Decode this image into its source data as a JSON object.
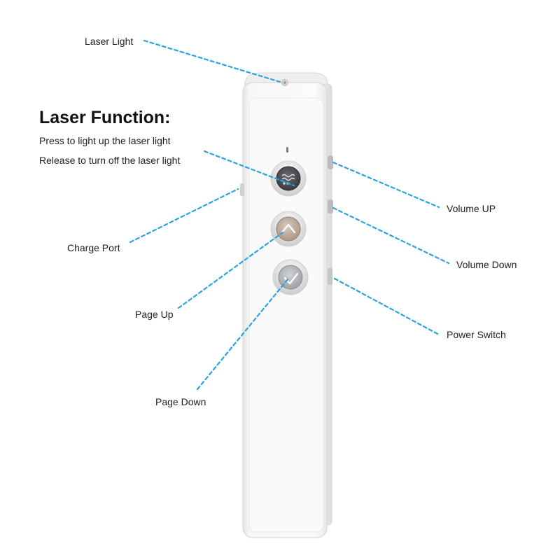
{
  "diagram": {
    "laser_section": {
      "title": "Laser Function:",
      "lines": [
        "Press to light up the laser light",
        "Release to turn off the laser light"
      ]
    },
    "callouts": {
      "laser_light": "Laser Light",
      "charge_port": "Charge Port",
      "page_up": "Page Up",
      "page_down": "Page Down",
      "volume_up": "Volume UP",
      "volume_down": "Volume Down",
      "power_switch": "Power Switch"
    },
    "colors": {
      "leader_line": "#2aa4dc",
      "device_body": "#f6f6f6",
      "device_edge": "#dcdcdc",
      "laser_button": "#4b4d52",
      "page_up_button": "#b9a89a",
      "page_down_button": "#b5b7bb"
    },
    "icons": {
      "laser_button": "laser-waves-icon",
      "page_up_button": "chevron-up-icon",
      "page_down_button": "chevron-down-icon"
    }
  }
}
